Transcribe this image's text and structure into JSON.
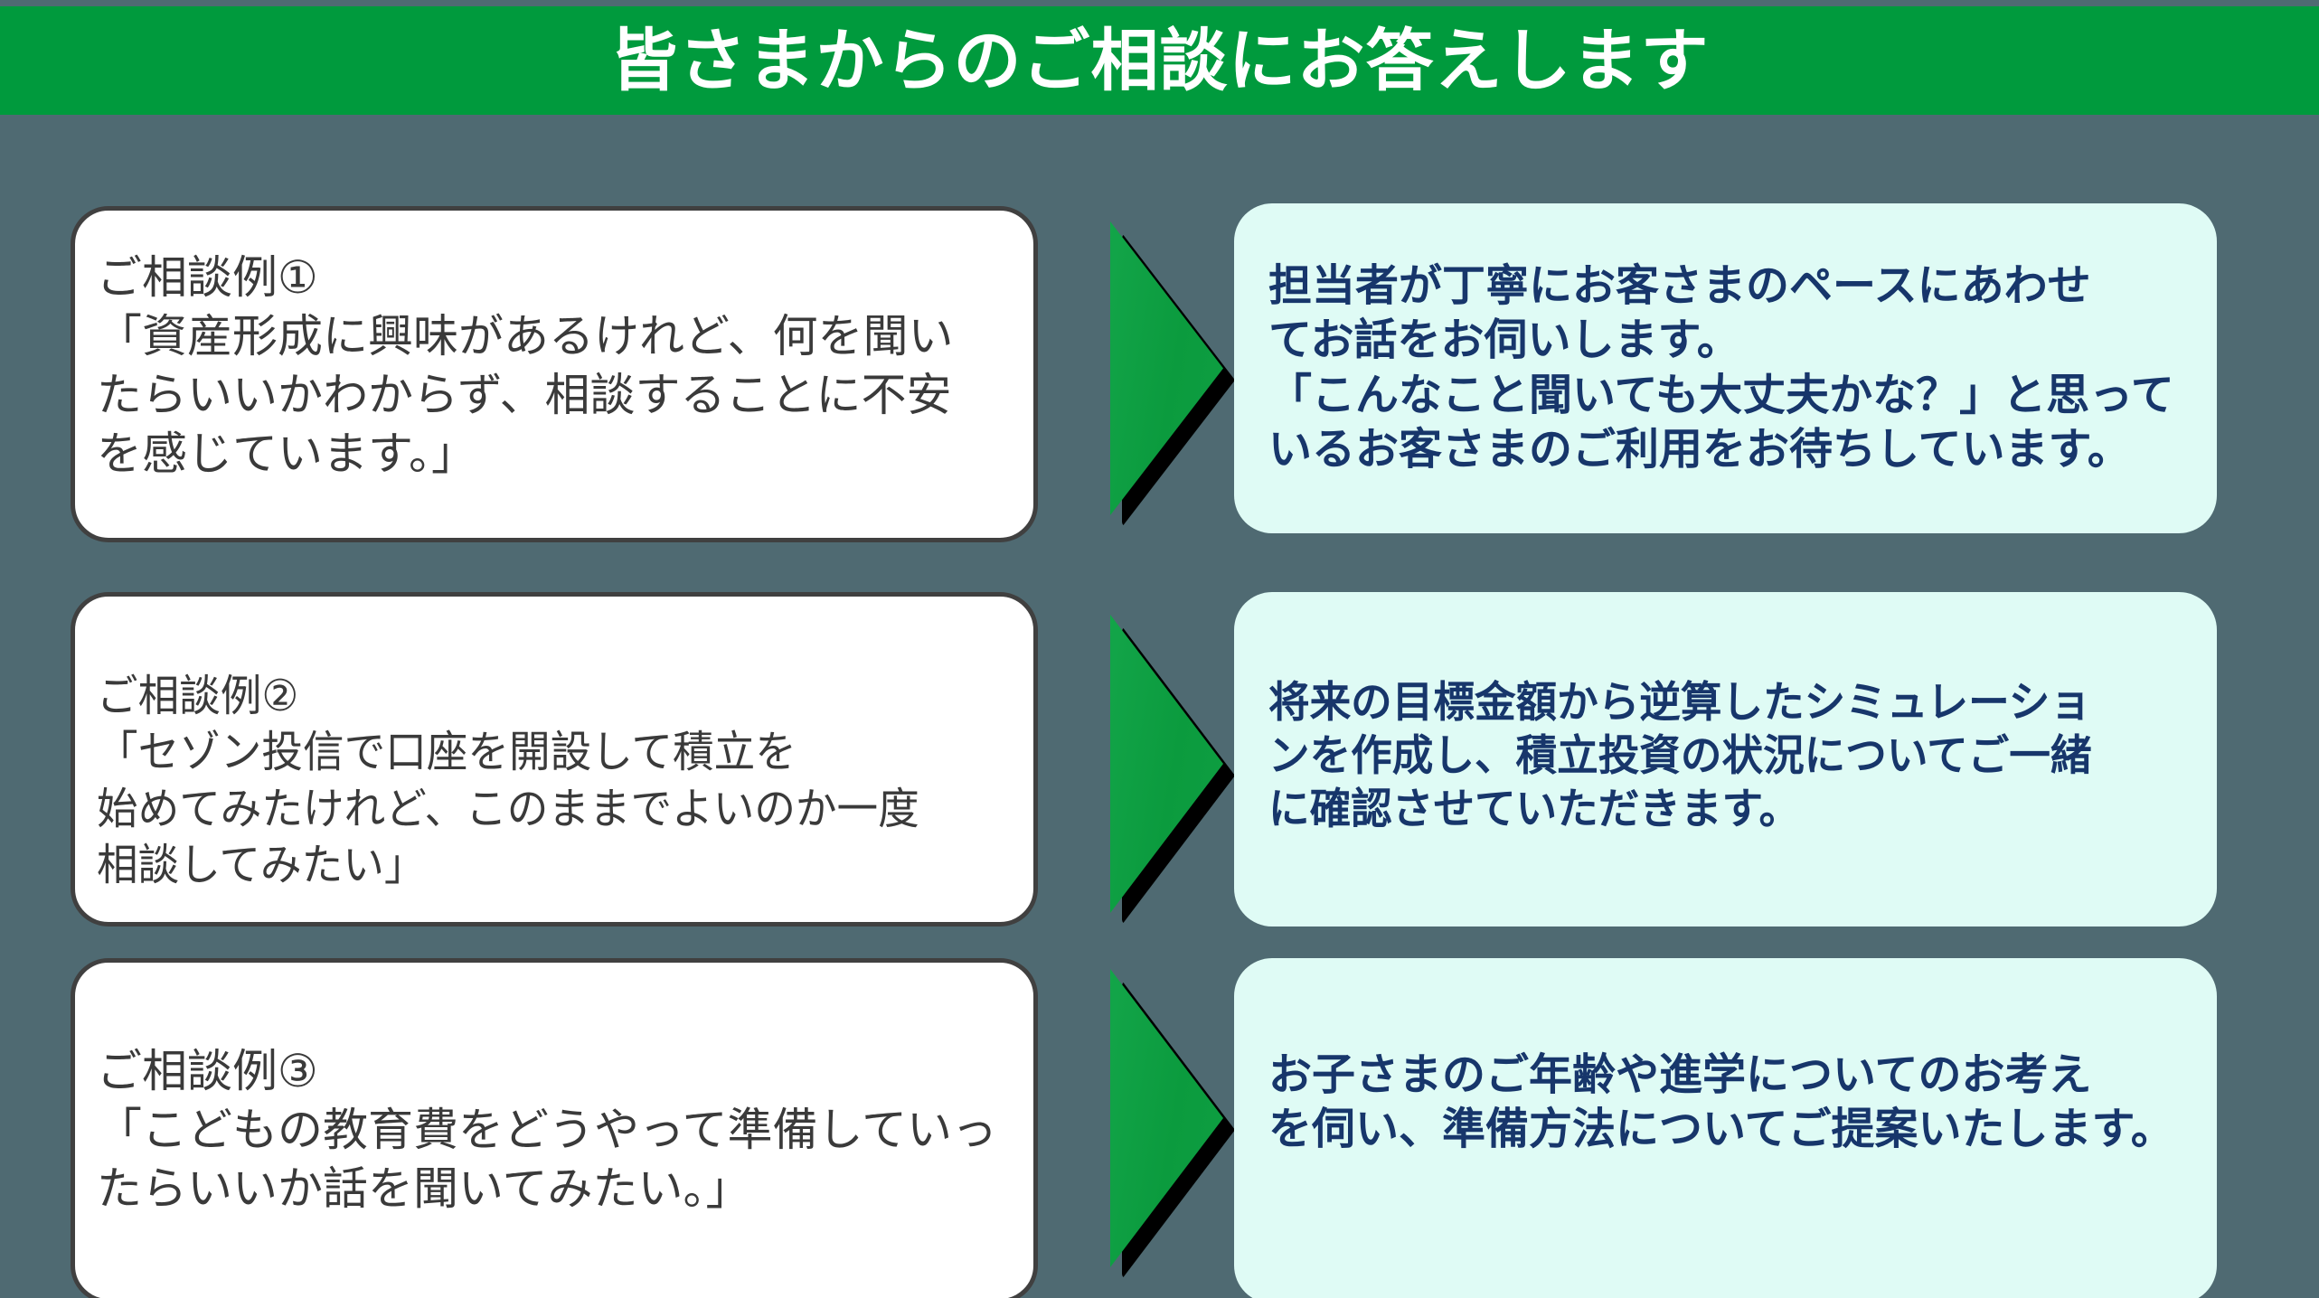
{
  "slide": {
    "title": "皆さまからのご相談にお答えします",
    "background_color": "#4f6a72",
    "banner_color": "#009a3d",
    "arrow_color": "#0b9b3e",
    "answer_card_color": "#dffbf5",
    "answer_text_color": "#17366b",
    "question_card_border_color": "#404040"
  },
  "rows": [
    {
      "question": "ご相談例①\n「資産形成に興味があるけれど、何を聞い\nたらいいかわからず、相談することに不安\nを感じています。」",
      "arrow": "right-arrow-icon",
      "answer": "担当者が丁寧にお客さまのペースにあわせ\nてお話をお伺いします。\n「こんなこと聞いても大丈夫かな？」と思って\nいるお客さまのご利用をお待ちしています。"
    },
    {
      "question": "ご相談例②\n「セゾン投信で口座を開設して積立を\n始めてみたけれど、このままでよいのか一度\n相談してみたい」",
      "arrow": "right-arrow-icon",
      "answer": "将来の目標金額から逆算したシミュレーショ\nンを作成し、積立投資の状況についてご一緒\nに確認させていただきます。"
    },
    {
      "question": "ご相談例③\n「こどもの教育費をどうやって準備していっ\nたらいいか話を聞いてみたい。」",
      "arrow": "right-arrow-icon",
      "answer": "お子さまのご年齢や進学についてのお考え\nを伺い、準備方法についてご提案いたします。"
    }
  ]
}
